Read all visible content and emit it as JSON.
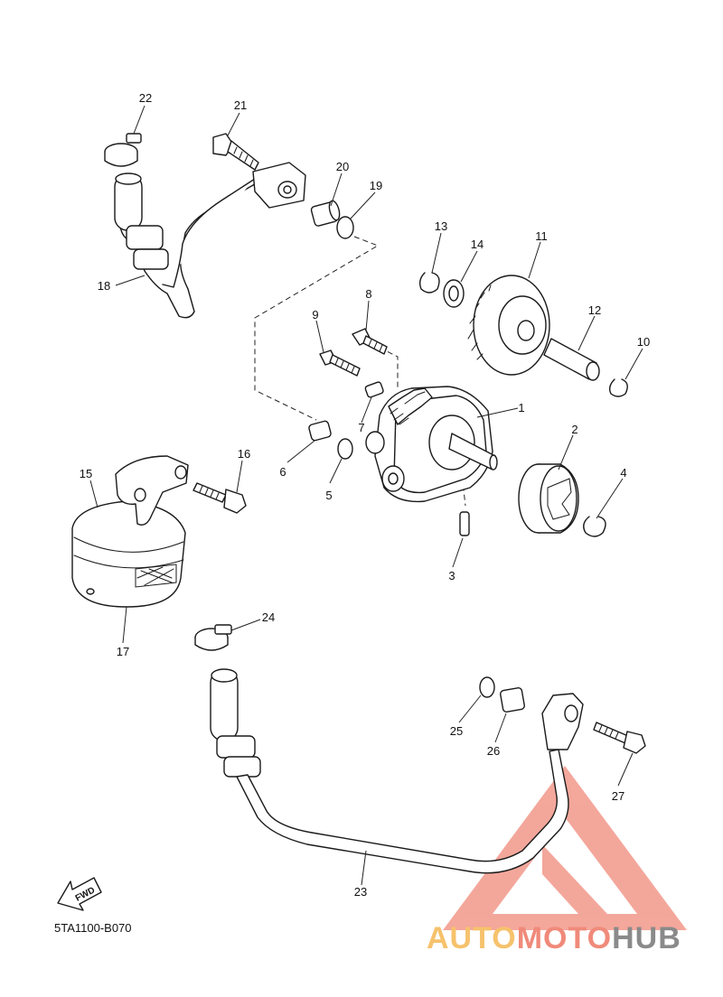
{
  "diagram_code": "5TA1100-B070",
  "fwd_label": "FWD",
  "brand": {
    "part1": "AUTO",
    "part2": "MOTO",
    "part3": "HUB"
  },
  "colors": {
    "line": "#1a1a1a",
    "logo_red": "#f08a7a",
    "logo_orange": "#f6c26c",
    "logo_gray": "#8a8a8a"
  },
  "part_numbers": [
    "1",
    "2",
    "3",
    "4",
    "5",
    "6",
    "7",
    "8",
    "9",
    "10",
    "11",
    "12",
    "13",
    "14",
    "15",
    "16",
    "17",
    "18",
    "19",
    "20",
    "21",
    "22",
    "23",
    "24",
    "25",
    "26",
    "27"
  ]
}
